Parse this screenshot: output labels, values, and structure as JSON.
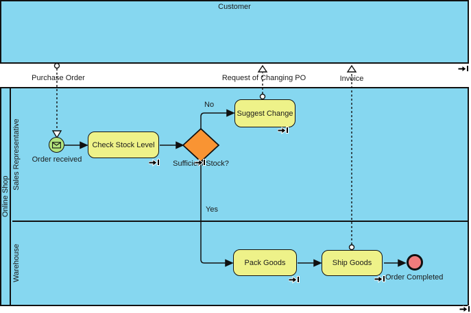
{
  "pools": {
    "customer": {
      "label": "Customer"
    },
    "online_shop": {
      "label": "Online Shop",
      "lanes": [
        {
          "label": "Sales Representative"
        },
        {
          "label": "Warehouse"
        }
      ]
    }
  },
  "events": {
    "start": {
      "label": "Order received"
    },
    "end": {
      "label": "Order Completed"
    }
  },
  "tasks": {
    "check_stock": {
      "label": "Check Stock Level"
    },
    "suggest_change": {
      "label": "Suggest Change"
    },
    "pack_goods": {
      "label": "Pack Goods"
    },
    "ship_goods": {
      "label": "Ship Goods"
    }
  },
  "gateway": {
    "label": "Sufficient Stock?"
  },
  "sequence_flow_labels": {
    "no": "No",
    "yes": "Yes"
  },
  "message_flows": [
    {
      "label": "Purchase Order"
    },
    {
      "label": "Request of Changing PO"
    },
    {
      "label": "Invoice"
    }
  ],
  "icons": {
    "start_event": "envelope-icon",
    "corner_marker": "jump-arrow-icon"
  },
  "colors": {
    "pool_fill": "#86d7f0",
    "task_fill": "#eef289",
    "gateway_fill": "#f99433",
    "start_event_fill": "#b3e47d",
    "end_event_fill": "#f17c7c",
    "line": "#111111",
    "label_text": "#1a1a1a"
  }
}
